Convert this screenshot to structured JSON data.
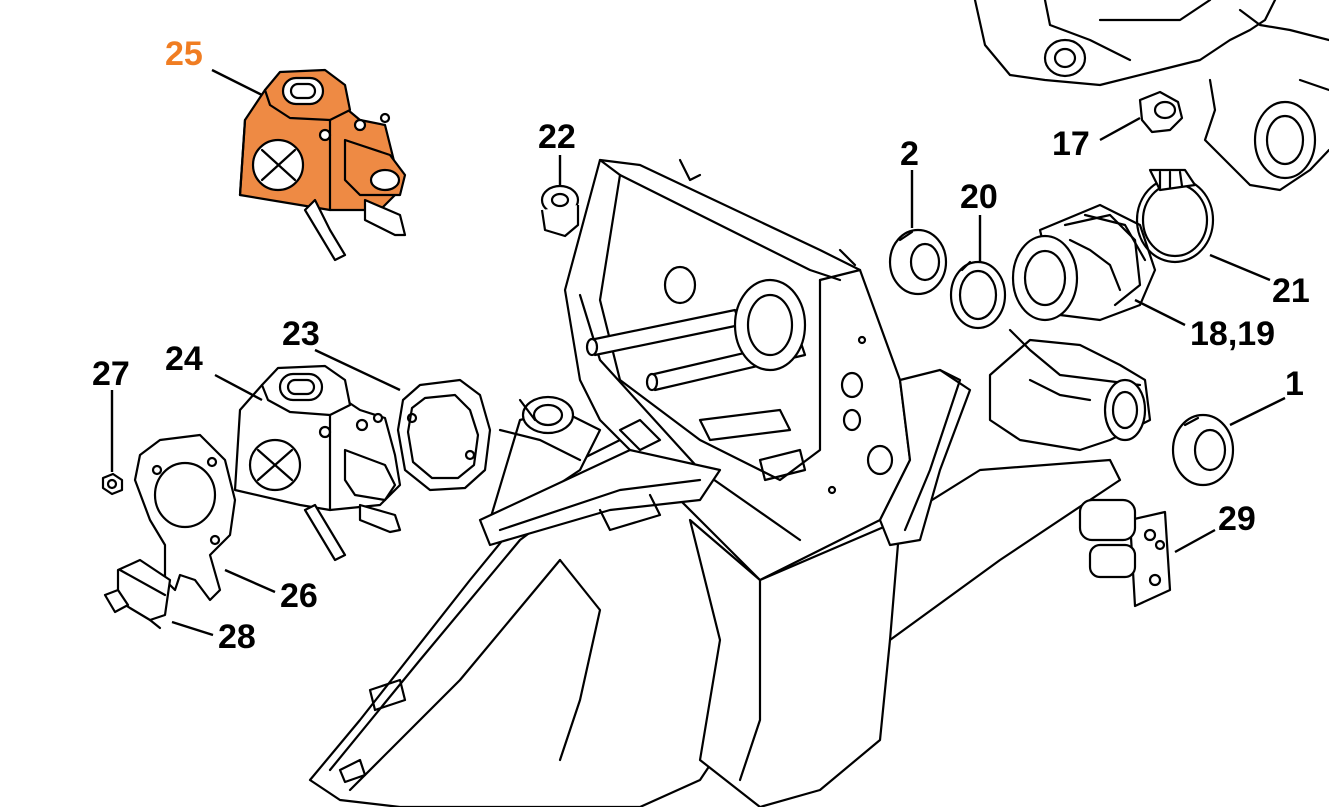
{
  "colors": {
    "highlight": "#ee8a44",
    "highlight_label": "#f07d22",
    "line": "#000000"
  },
  "callouts": {
    "c1": "1",
    "c2": "2",
    "c17": "17",
    "c18_19": "18,19",
    "c20": "20",
    "c21": "21",
    "c22": "22",
    "c23": "23",
    "c24": "24",
    "c25": "25",
    "c26": "26",
    "c27": "27",
    "c28": "28",
    "c29": "29"
  },
  "highlighted_part": "25"
}
